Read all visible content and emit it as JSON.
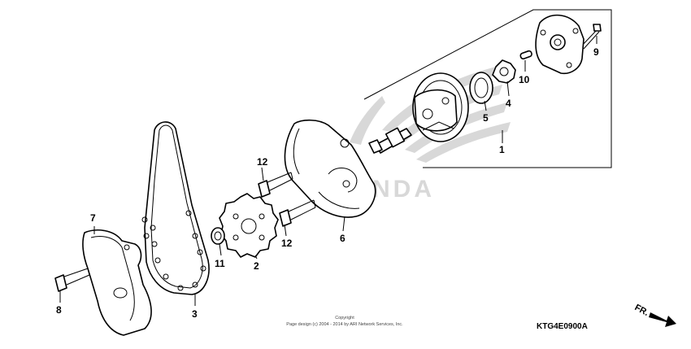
{
  "diagram": {
    "callouts": [
      {
        "id": "c1",
        "label": "1"
      },
      {
        "id": "c2",
        "label": "2"
      },
      {
        "id": "c3",
        "label": "3"
      },
      {
        "id": "c4",
        "label": "4"
      },
      {
        "id": "c5",
        "label": "5"
      },
      {
        "id": "c6",
        "label": "6"
      },
      {
        "id": "c7",
        "label": "7"
      },
      {
        "id": "c8",
        "label": "8"
      },
      {
        "id": "c9",
        "label": "9"
      },
      {
        "id": "c10",
        "label": "10"
      },
      {
        "id": "c11",
        "label": "11"
      },
      {
        "id": "c12a",
        "label": "12"
      },
      {
        "id": "c12b",
        "label": "12"
      }
    ],
    "watermark": "HONDA",
    "copyright_line1": "Copyright",
    "copyright_line2": "Page design (c) 2004 - 2014 by ARI Network Services, Inc.",
    "diagram_code": "KTG4E0900A",
    "direction_label": "FR."
  }
}
